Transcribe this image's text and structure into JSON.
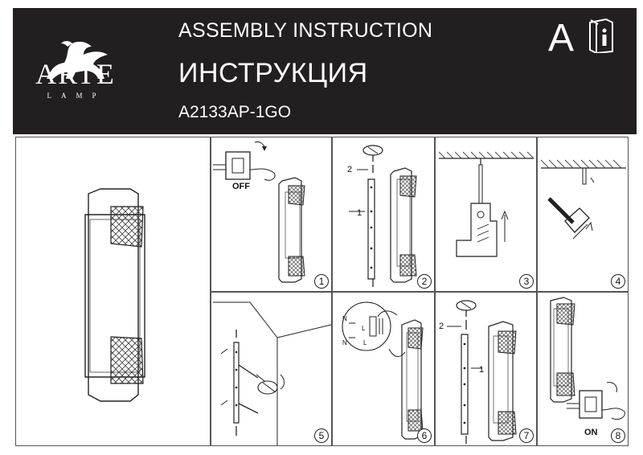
{
  "header": {
    "brand": "ARTE",
    "brand_sub": "LAMP",
    "title_en": "ASSEMBLY  INSTRUCTION",
    "title_ru": "ИНСТРУКЦИЯ",
    "model": "A2133AP-1GO",
    "language_letter": "A",
    "info_icon": "book-info-icon"
  },
  "steps": [
    {
      "number": "1",
      "label": "OFF"
    },
    {
      "number": "2",
      "callouts": [
        "2",
        "1"
      ]
    },
    {
      "number": "3"
    },
    {
      "number": "4"
    },
    {
      "number": "5"
    },
    {
      "number": "6",
      "wiring": [
        "N",
        "L",
        "N",
        "L"
      ]
    },
    {
      "number": "7",
      "callouts": [
        "2",
        "1"
      ]
    },
    {
      "number": "8",
      "label": "ON"
    }
  ],
  "colors": {
    "header_bg": "#231f20",
    "ink": "#222222"
  }
}
